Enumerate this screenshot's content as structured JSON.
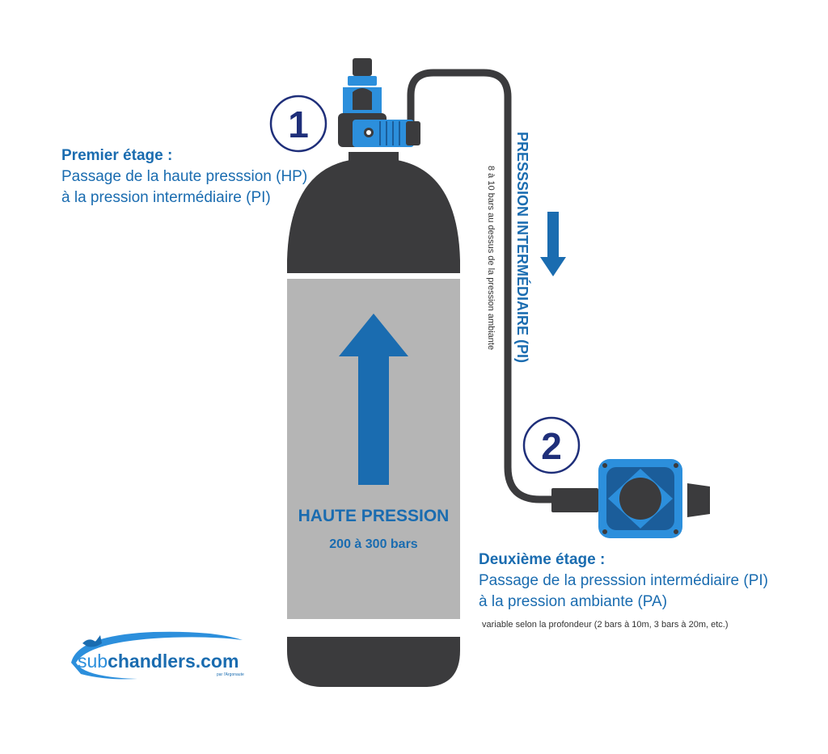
{
  "colors": {
    "dark_gray": "#3b3b3d",
    "light_gray": "#b5b5b5",
    "accent_blue": "#1a6cb0",
    "bright_blue": "#2c8fdc",
    "navy": "#1f2f7a"
  },
  "stage1": {
    "number": "1",
    "heading": "Premier étage :",
    "line1": "Passage de la haute presssion (HP)",
    "line2": "à la pression intermédiaire (PI)"
  },
  "tank": {
    "label": "HAUTE PRESSION",
    "sublabel": "200 à 300 bars"
  },
  "hose": {
    "label": "PRESSSION INTERMÉDIAIRE (PI)",
    "note": "8 à 10 bars au dessus de la pression ambiante"
  },
  "stage2": {
    "number": "2",
    "heading": "Deuxième étage :",
    "line1": "Passage de la presssion intermédiaire (PI)",
    "line2": "à la pression ambiante (PA)",
    "note": "variable selon la profondeur (2 bars à 10m, 3 bars à 20m, etc.)"
  },
  "logo": {
    "brand_sub": "sub",
    "brand_rest": "chandlers.com",
    "tagline": "par l'Argonaute"
  }
}
